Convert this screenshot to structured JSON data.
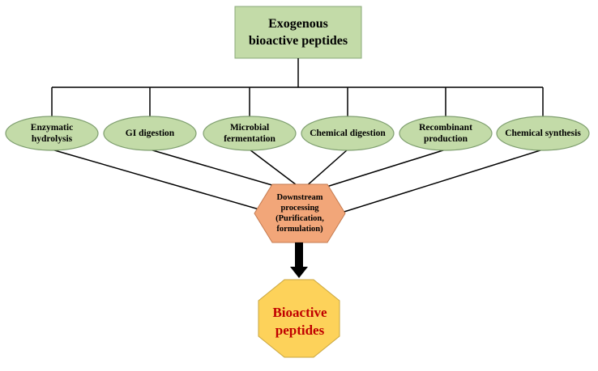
{
  "diagram": {
    "source_label": "Exogenous\nbioactive peptides",
    "methods": [
      {
        "label": "Enzymatic\nhydrolysis"
      },
      {
        "label": "GI digestion"
      },
      {
        "label": "Microbial\nfermentation"
      },
      {
        "label": "Chemical digestion"
      },
      {
        "label": "Recombinant\nproduction"
      },
      {
        "label": "Chemical synthesis"
      }
    ],
    "process_label": "Downstream\nprocessing\n(Purification,\nformulation)",
    "result_label": "Bioactive\npeptides"
  },
  "colors": {
    "source_fill": "#c3dba8",
    "method_fill": "#c3dba8",
    "border": "#7f9f6f",
    "process_fill": "#f2a679",
    "result_fill": "#fdd25a",
    "result_text": "#c00000",
    "connector": "#000000"
  }
}
